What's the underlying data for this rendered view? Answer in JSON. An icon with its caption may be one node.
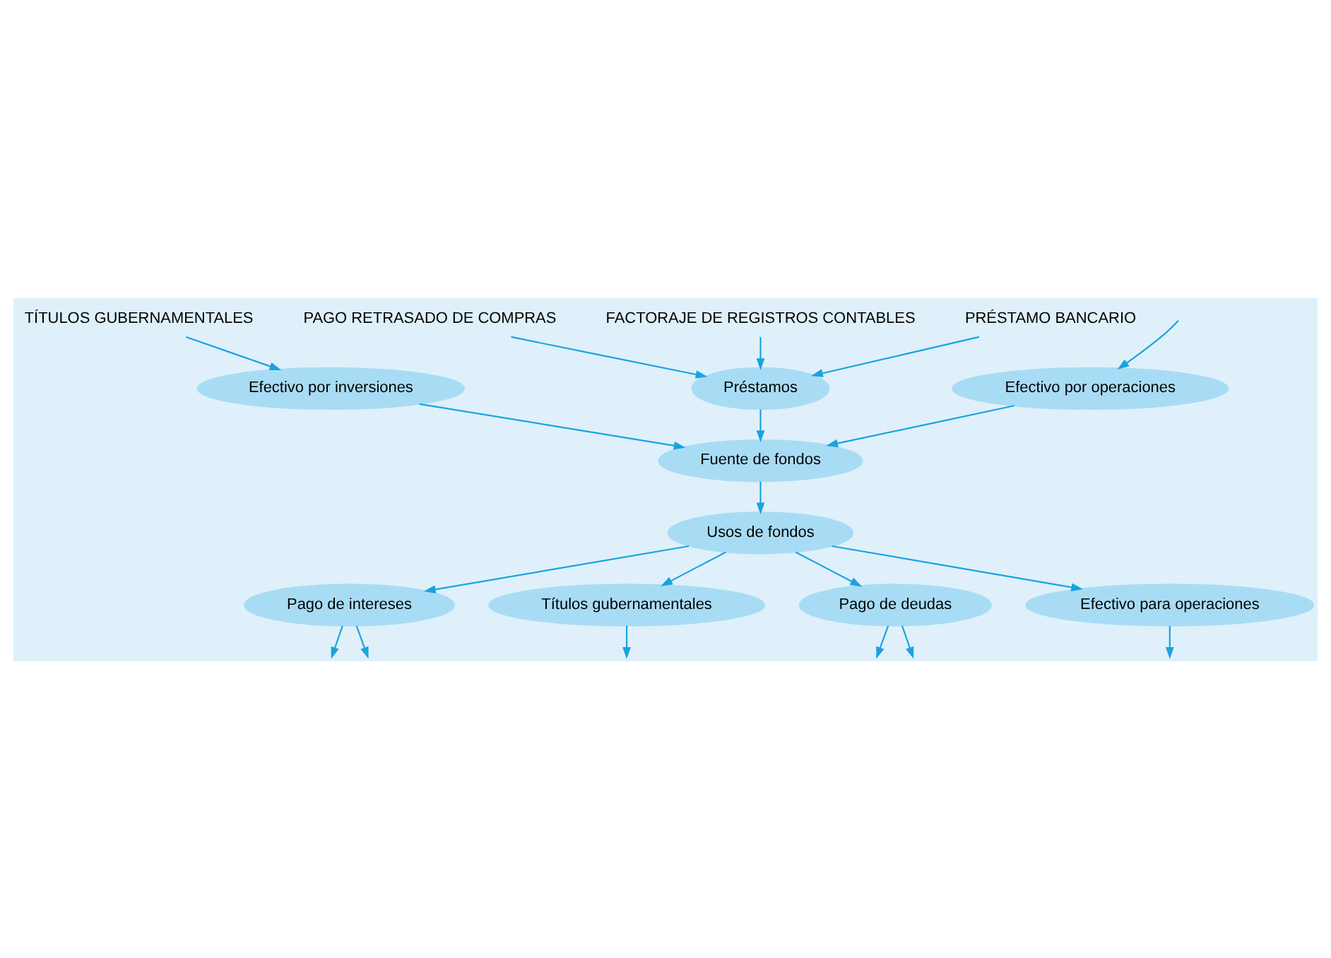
{
  "diagram": {
    "nodes": [
      {
        "text": [
          "PAGO RETRASADO DE COMPRAS"
        ]
      },
      {
        "text": [
          "FACTORAJE DE REGISTROS CONTABLES"
        ]
      },
      {
        "text": [
          "PRÉSTAMO BANCARIO"
        ]
      },
      {
        "text": [
          "TÍTULOS GUBERNAMENTALES"
        ]
      },
      {
        "text": [
          "Préstamos"
        ]
      },
      {
        "text": [
          "Efectivo por inversiones"
        ]
      },
      {
        "text": [
          "Efectivo por operaciones"
        ]
      },
      {
        "text": [
          "Fuente de fondos"
        ]
      },
      {
        "text": [
          "Usos de fondos"
        ]
      },
      {
        "text": [
          "Pago de intereses"
        ]
      },
      {
        "text": [
          "Títulos gubernamentales"
        ]
      },
      {
        "text": [
          "Pago de deudas"
        ]
      },
      {
        "text": [
          "Efectivo para operaciones"
        ]
      }
    ],
    "edges": [
      {
        "from": 0,
        "to": 4,
        "arrow": "to"
      },
      {
        "from": 1,
        "to": 4,
        "arrow": "to"
      },
      {
        "from": 2,
        "to": 4,
        "arrow": "to"
      },
      {
        "from": 3,
        "to": 5,
        "arrow": "to"
      },
      {
        "from": null,
        "to": 6,
        "arrow": "to"
      },
      {
        "from": 4,
        "to": 7,
        "arrow": "to"
      },
      {
        "from": 5,
        "to": 7,
        "arrow": "to"
      },
      {
        "from": 6,
        "to": 7,
        "arrow": "to"
      },
      {
        "from": 7,
        "to": 8,
        "arrow": "to"
      },
      {
        "from": 8,
        "to": 9,
        "arrow": "to"
      },
      {
        "from": 8,
        "to": 11,
        "arrow": "to"
      },
      {
        "from": 8,
        "to": 12,
        "arrow": "to"
      },
      {
        "from": 8,
        "to": 10,
        "arrow": "to"
      },
      {
        "from": 10,
        "to": null,
        "arrow": "to"
      },
      {
        "from": 9,
        "to": null,
        "arrow": "to"
      },
      {
        "from": 9,
        "to": null,
        "arrow": "to"
      },
      {
        "from": 11,
        "to": null,
        "arrow": "to"
      },
      {
        "from": 11,
        "to": null,
        "arrow": "to"
      },
      {
        "from": 12,
        "to": null,
        "arrow": "to"
      }
    ]
  }
}
